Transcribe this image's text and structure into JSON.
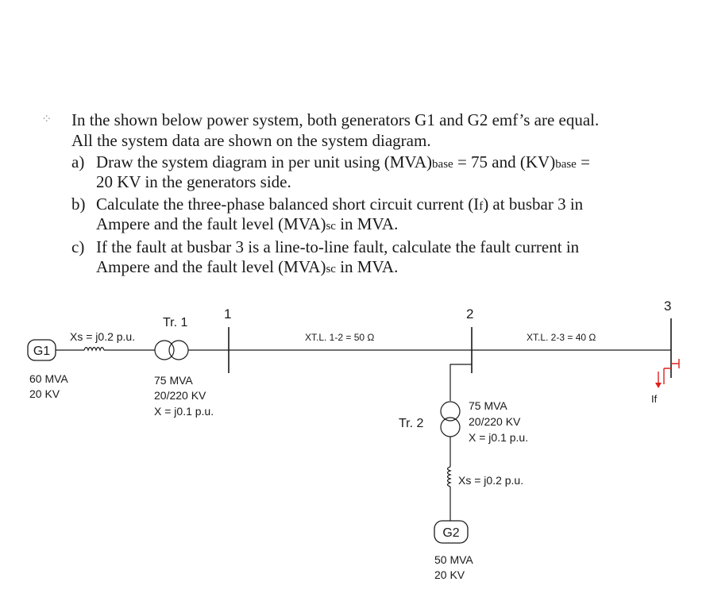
{
  "question": {
    "intro_line1": "In the shown below power system, both generators G1 and G2 emf’s are equal.",
    "intro_line2": "All the system data are shown on the system diagram.",
    "a_label": "a)",
    "a_line1_pre": "Draw the system diagram in per unit using (MVA)",
    "a_line1_base1": "base",
    "a_line1_mid": " = 75  and (KV)",
    "a_line1_base2": "base",
    "a_line1_post": " =",
    "a_line2": "20 KV in the generators side.",
    "b_label": "b)",
    "b_line1_pre": "Calculate the three-phase balanced short circuit current (I",
    "b_line1_sub": "f",
    "b_line1_post": ") at busbar 3 in",
    "b_line2_pre": "Ampere and the fault level (MVA)",
    "b_line2_sub": "sc",
    "b_line2_post": " in MVA.",
    "c_label": "c)",
    "c_line1": "If the fault at busbar 3 is a line-to-line fault, calculate the fault current in",
    "c_line2_pre": "Ampere and the fault level (MVA)",
    "c_line2_sub": "sc",
    "c_line2_post": " in MVA."
  },
  "diagram": {
    "g1_label": "G1",
    "g1_rating": "60 MVA",
    "g1_voltage": "20 KV",
    "g1_reactance": "Xs = j0.2 p.u.",
    "tr1_label": "Tr. 1",
    "tr1_rating": "75 MVA",
    "tr1_ratio": "20/220 KV",
    "tr1_reactance": "X = j0.1 p.u.",
    "bus1_label": "1",
    "bus2_label": "2",
    "bus3_label": "3",
    "line12_label": "XT.L. 1-2 = 50 Ω",
    "line23_label": "XT.L. 2-3 = 40 Ω",
    "tr2_label": "Tr. 2",
    "tr2_rating": "75 MVA",
    "tr2_ratio": "20/220 KV",
    "tr2_reactance": "X = j0.1 p.u.",
    "g2_reactance": "Xs = j0.2 p.u.",
    "g2_label": "G2",
    "g2_rating": "50 MVA",
    "g2_voltage": "20 KV",
    "fault_label": "If",
    "fault_color": "#e0201b"
  }
}
